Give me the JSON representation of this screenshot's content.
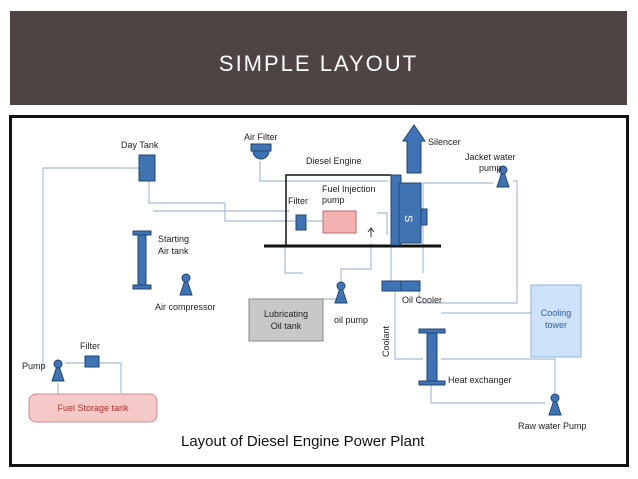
{
  "slide": {
    "title": "SIMPLE LAYOUT"
  },
  "diagram": {
    "caption": "Layout of Diesel Engine Power Plant",
    "labels": {
      "day_tank": "Day Tank",
      "air_filter": "Air Filter",
      "silencer": "Silencer",
      "diesel_engine": "Diesel Engine",
      "jacket_water_pump_1": "Jacket water",
      "jacket_water_pump_2": "pump",
      "filter_engine": "Filter",
      "fuel_injection_pump_1": "Fuel Injection",
      "fuel_injection_pump_2": "pump",
      "generator_mark": "S",
      "starting_air_tank_1": "Starting",
      "starting_air_tank_2": "Air tank",
      "air_compressor": "Air compressor",
      "lubricating_oil_tank_1": "Lubricating",
      "lubricating_oil_tank_2": "Oil tank",
      "oil_pump": "oil pump",
      "oil_cooler": "Oil Cooler",
      "coolant": "Coolant",
      "cooling_tower_1": "Cooling",
      "cooling_tower_2": "tower",
      "filter_storage": "Filter",
      "pump": "Pump",
      "fuel_storage_tank": "Fuel Storage tank",
      "heat_exchanger": "Heat exchanger",
      "raw_water_pump": "Raw water Pump"
    }
  },
  "colors": {
    "title_bar": "#4d4443",
    "component_fill": "#3f73b4",
    "component_stroke": "#23456f",
    "pipe": "#a9bdd0",
    "engine_line": "#111111",
    "fuel_injection_fill": "#f3b1b1",
    "lube_tank_fill": "#c8c8c8",
    "cooling_tower_fill": "#cfe2fb",
    "fuel_storage_fill": "#f6c9c9"
  }
}
